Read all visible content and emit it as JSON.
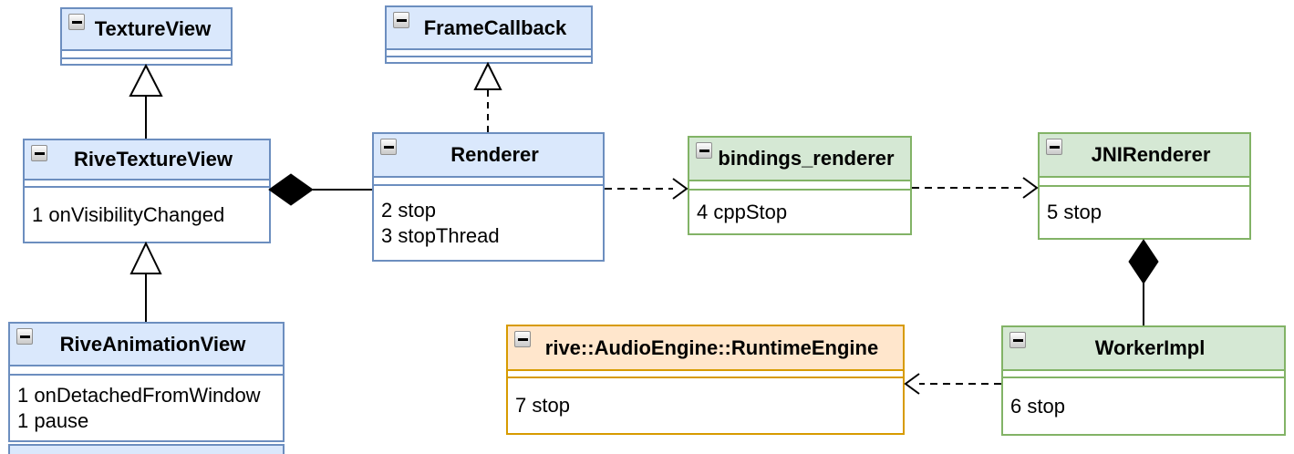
{
  "diagram": {
    "type": "uml-class-diagram",
    "classes": [
      {
        "name": "TextureView",
        "scheme": "blue",
        "members": []
      },
      {
        "name": "FrameCallback",
        "scheme": "blue",
        "members": []
      },
      {
        "name": "RiveTextureView",
        "scheme": "blue",
        "members": [
          "1 onVisibilityChanged"
        ]
      },
      {
        "name": "Renderer",
        "scheme": "blue",
        "members": [
          "2 stop",
          "3 stopThread"
        ]
      },
      {
        "name": "bindings_renderer",
        "scheme": "green",
        "members": [
          "4 cppStop"
        ]
      },
      {
        "name": "JNIRenderer",
        "scheme": "green",
        "members": [
          "5 stop"
        ]
      },
      {
        "name": "RiveAnimationView",
        "scheme": "blue",
        "members": [
          "1 onDetachedFromWindow",
          "1 pause"
        ]
      },
      {
        "name": "rive::AudioEngine::RuntimeEngine",
        "scheme": "orange",
        "members": [
          "7 stop"
        ]
      },
      {
        "name": "WorkerImpl",
        "scheme": "green",
        "members": [
          "6 stop"
        ]
      }
    ],
    "relationships": [
      {
        "from": "RiveTextureView",
        "to": "TextureView",
        "type": "generalization",
        "line": "solid",
        "marker": "hollow-triangle"
      },
      {
        "from": "Renderer",
        "to": "FrameCallback",
        "type": "realization",
        "line": "dashed",
        "marker": "hollow-triangle"
      },
      {
        "from": "RiveAnimationView",
        "to": "RiveTextureView",
        "type": "generalization",
        "line": "solid",
        "marker": "hollow-triangle"
      },
      {
        "from": "RiveTextureView",
        "to": "Renderer",
        "type": "composition",
        "line": "solid",
        "marker": "filled-diamond"
      },
      {
        "from": "Renderer",
        "to": "bindings_renderer",
        "type": "dependency",
        "line": "dashed",
        "marker": "open-arrow"
      },
      {
        "from": "bindings_renderer",
        "to": "JNIRenderer",
        "type": "dependency",
        "line": "dashed",
        "marker": "open-arrow"
      },
      {
        "from": "JNIRenderer",
        "to": "WorkerImpl",
        "type": "composition",
        "line": "solid",
        "marker": "filled-diamond"
      },
      {
        "from": "WorkerImpl",
        "to": "rive::AudioEngine::RuntimeEngine",
        "type": "dependency",
        "line": "dashed",
        "marker": "open-arrow"
      }
    ],
    "colors": {
      "blue_fill": "#dae8fc",
      "blue_stroke": "#6c8ebf",
      "green_fill": "#d5e8d4",
      "green_stroke": "#82b366",
      "orange_fill": "#ffe6cc",
      "orange_stroke": "#d79b00",
      "edge": "#000000"
    }
  }
}
